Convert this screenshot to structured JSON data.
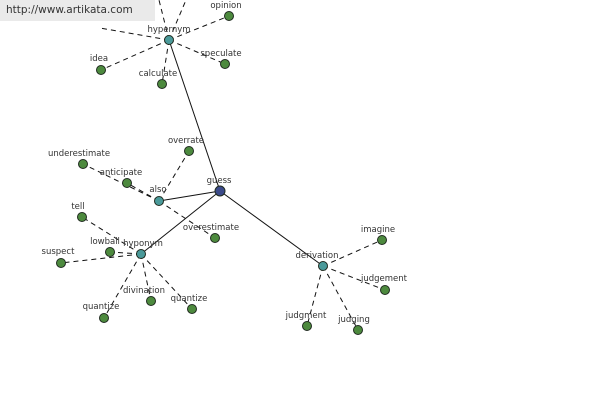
{
  "watermark": "http://www.artikata.com",
  "colors": {
    "root": "#3b4a8a",
    "relation": "#4a9a9a",
    "leaf": "#4d8a3e",
    "edge": "#111111"
  },
  "graph": {
    "root": "guess",
    "relations": [
      {
        "label": "hypernym",
        "terms": [
          "opinion",
          "speculate",
          "calculate",
          "idea"
        ]
      },
      {
        "label": "also",
        "terms": [
          "overrate",
          "underestimate",
          "anticipate",
          "overestimate"
        ]
      },
      {
        "label": "hyponym",
        "terms": [
          "tell",
          "lowball",
          "suspect",
          "quantize",
          "divination",
          "quantize"
        ]
      },
      {
        "label": "derivation",
        "terms": [
          "imagine",
          "judgement",
          "judgment",
          "judging"
        ]
      }
    ]
  }
}
